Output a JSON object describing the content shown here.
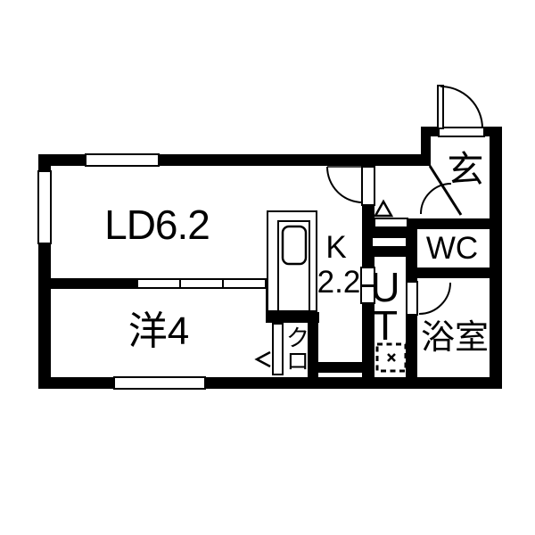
{
  "floorplan": {
    "type": "apartment-floor-plan",
    "colors": {
      "wall": "#000000",
      "floor": "#ffffff",
      "line": "#000000"
    },
    "rooms": {
      "living_dining": {
        "label": "LD6.2"
      },
      "western_room": {
        "label": "洋4"
      },
      "kitchen": {
        "label": "K 2.2",
        "lines": [
          "K",
          "2.2"
        ]
      },
      "utility": {
        "label": "UT",
        "lines": [
          "U",
          "T"
        ]
      },
      "toilet": {
        "label": "WC"
      },
      "entrance": {
        "label": "玄"
      },
      "bathroom": {
        "label": "浴室"
      },
      "closet": {
        "label": "クロ",
        "lines": [
          "ク",
          "ロ"
        ]
      }
    },
    "fixtures": [
      "kitchen-sink-counter",
      "washing-machine-space",
      "entry-step-marker",
      "closet-folding-door-marker"
    ]
  }
}
